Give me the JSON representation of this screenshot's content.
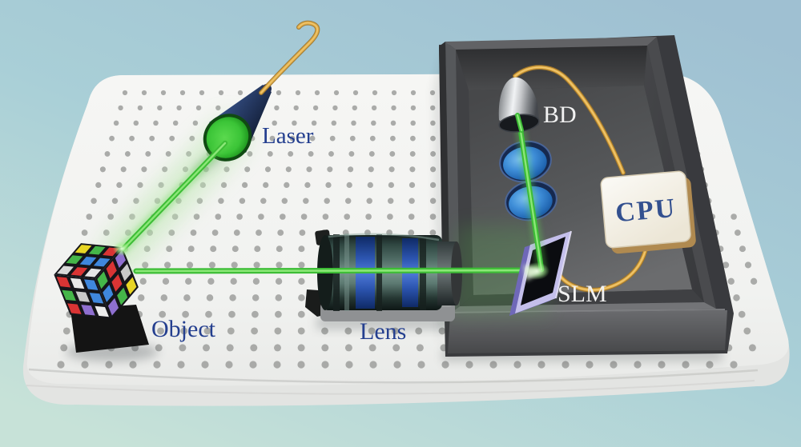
{
  "figure": {
    "title": "Single-pixel imaging optical setup schematic",
    "labels": {
      "laser": "Laser",
      "object": "Object",
      "lens": "Lens",
      "bd": "BD",
      "slm": "SLM",
      "cpu": "CPU"
    },
    "components": [
      "laser-collimator",
      "object-cube",
      "imaging-lens-barrel",
      "enclosure-box",
      "slm-plate",
      "collection-lens-1",
      "collection-lens-2",
      "bucket-detector",
      "cpu-chip",
      "optical-fiber",
      "green-beam",
      "optical-table"
    ]
  },
  "colors": {
    "background_top": "#9fc0d2",
    "background_mid": "#a9cfd7",
    "background_bottom": "#c7e2d8",
    "table_top": "#f3f4f2",
    "table_side": "#e2e3e1",
    "table_edge_line": "#c8c9c7",
    "table_dot": "#a5a6a4",
    "box_outer": "#3a3b3e",
    "box_front": "#5c5d60",
    "box_back_wall": "#333436",
    "box_rim_light": "#737477",
    "beam_green": "#3dbd36",
    "beam_core": "#8fe97b",
    "beam_glow": "#c2e8b8",
    "fiber_yellow": "#e2ad45",
    "fiber_dark": "#9e742a",
    "fiber_light": "#f3cd7c",
    "label_navy": "#243f8f",
    "label_white": "#f2f2f2",
    "cpu_text": "#33508f",
    "cpu_face": "#f7f4ec",
    "cpu_base": "#b08a50",
    "slm_frame_light": "#c4bfeb",
    "slm_frame_dark": "#6f68b8",
    "slm_screen": "#0b0c10",
    "lens_rim_navy": "#16294f",
    "laser_body": "#31497c",
    "laser_face": "#3bc437",
    "barrel_foot": "#8f9193",
    "stand_black": "#141414"
  },
  "cube": {
    "faces": {
      "top": [
        "#d9d9d9",
        "#45b649",
        "#e8d524",
        "#d93434",
        "#3f87dd",
        "#45b649",
        "#e6e6e6",
        "#3f87dd",
        "#d93434"
      ],
      "left": [
        "#d93434",
        "#e8e8e8",
        "#3f87dd",
        "#45b649",
        "#c9c9c9",
        "#3f87dd",
        "#d93434",
        "#8f6fd0",
        "#ececec"
      ],
      "right": [
        "#45b649",
        "#d93434",
        "#8f6fd0",
        "#3f87dd",
        "#d93434",
        "#c9c9c9",
        "#8f6fd0",
        "#45b649",
        "#e8d524"
      ]
    }
  }
}
